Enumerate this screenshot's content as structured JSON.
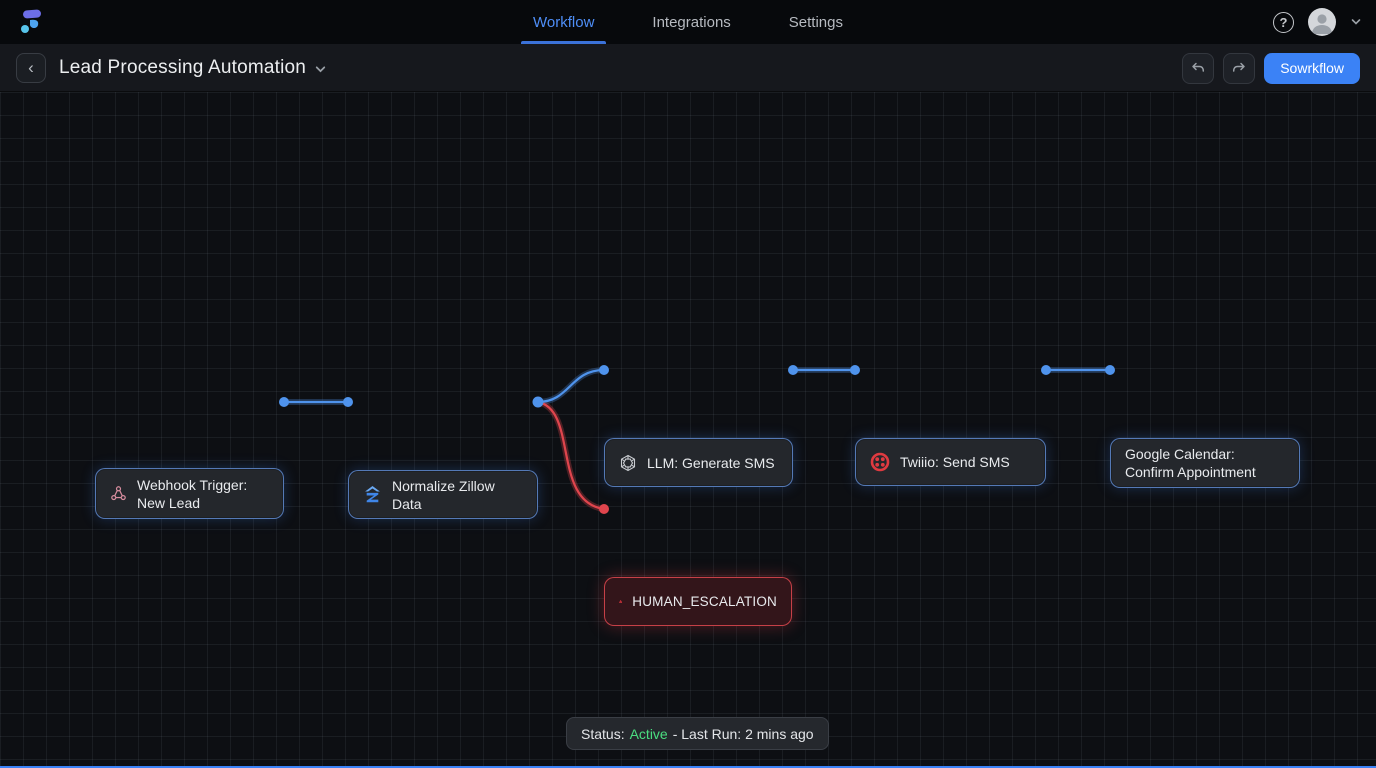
{
  "nav": {
    "brand_logo": "flow-logo",
    "items": [
      {
        "label": "Workflow",
        "active": true
      },
      {
        "label": "Integrations",
        "active": false
      },
      {
        "label": "Settings",
        "active": false
      }
    ],
    "help_label": "?"
  },
  "toolbar": {
    "back_label": "‹",
    "title": "Lead Processing Automation",
    "primary_button": "Sowrkflow"
  },
  "nodes": [
    {
      "id": "webhook",
      "label": "Webhook Trigger: New Lead",
      "icon": "webhook-icon"
    },
    {
      "id": "normalize",
      "label": "Normalize Zillow Data",
      "icon": "zillow-icon"
    },
    {
      "id": "llm",
      "label": "LLM: Generate SMS",
      "icon": "openai-icon"
    },
    {
      "id": "twilio",
      "label": "Twiiio: Send SMS",
      "icon": "twilio-icon"
    },
    {
      "id": "gcal",
      "label": "Google Calendar: Confirm Appointment",
      "icon": null
    },
    {
      "id": "escalation",
      "label": "HUMAN_ESCALATION",
      "icon": "warning-icon"
    }
  ],
  "edges": [
    {
      "from": "webhook",
      "to": "normalize",
      "color": "blue"
    },
    {
      "from": "normalize",
      "to": "llm",
      "color": "blue"
    },
    {
      "from": "normalize",
      "to": "escalation",
      "color": "red"
    },
    {
      "from": "llm",
      "to": "twilio",
      "color": "blue"
    },
    {
      "from": "twilio",
      "to": "gcal",
      "color": "blue"
    }
  ],
  "status": {
    "prefix": "Status:",
    "state": "Active",
    "suffix": "- Last Run: 2 mins ago"
  },
  "colors": {
    "accent_blue": "#3b82f6",
    "edge_blue": "#4f93ec",
    "edge_red": "#e0454d",
    "status_green": "#4ade80",
    "node_border_blue": "#6496e4",
    "escalation_red": "#e04850"
  }
}
